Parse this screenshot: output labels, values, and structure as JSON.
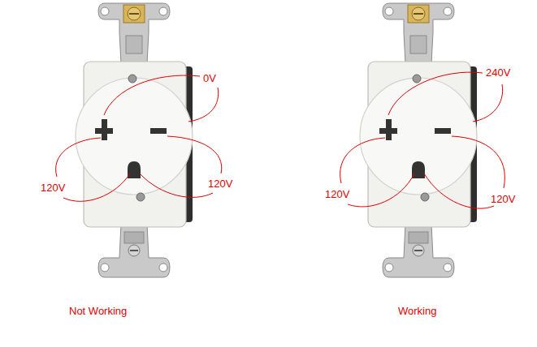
{
  "diagram": {
    "labels": [
      "0V",
      "120V",
      "120V",
      "Not Working",
      "240V",
      "120V",
      "120V",
      "Working"
    ]
  }
}
